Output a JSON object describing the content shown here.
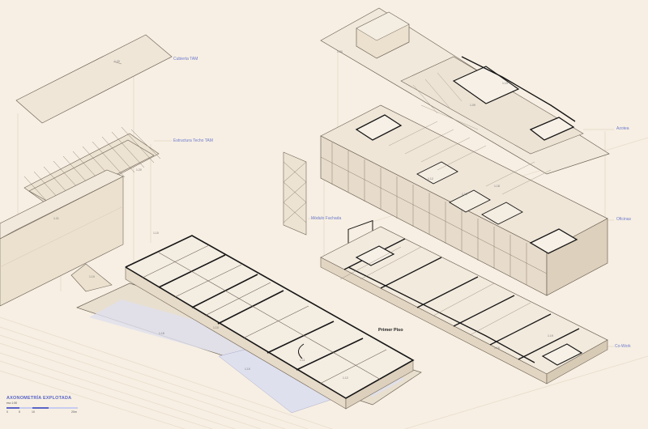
{
  "colors": {
    "background": "#f7efe3",
    "roof_fill": "#efe6d8",
    "building_fill": "#ece1cf",
    "thick_wall": "#161616",
    "thin_line": "#6f6457",
    "leader_line": "#d9ccb9",
    "label_blue": "#6d7bd0",
    "water": "#dfe0ee"
  },
  "labels": {
    "cubierta": "Cubierta TAM",
    "estructura": "Estructura Techo TAM",
    "modulo": "Módulo Fachada",
    "azotea": "Azotea",
    "oficinas": "Oficinas",
    "cowork": "Co-Work",
    "primer_piso": "Primer Piso"
  },
  "level_tags": [
    "1.20",
    "1.20",
    "1.21",
    "1.20",
    "1.10",
    "1.10",
    "1.18",
    "1.19",
    "1.10",
    "1.09",
    "1.18",
    "1.13",
    "1.12",
    "1.19",
    "1.16",
    "1.12",
    "1.11",
    "1.10"
  ],
  "legend": {
    "title": "AXONOMETRÍA EXPLOTADA",
    "scale": "esc 1:50",
    "ticks": [
      "0",
      "5",
      "10",
      "20m"
    ]
  }
}
